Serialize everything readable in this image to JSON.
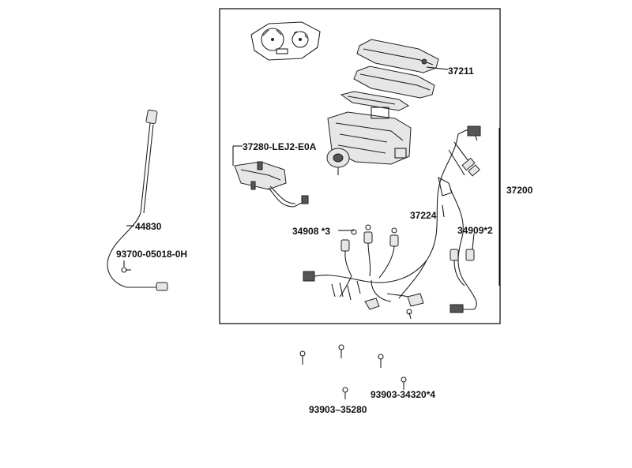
{
  "diagram": {
    "parts": [
      {
        "id": "p37211",
        "label": "37211"
      },
      {
        "id": "p37280",
        "label": "37280-LEJ2-E0A"
      },
      {
        "id": "p37200",
        "label": "37200"
      },
      {
        "id": "p37224",
        "label": "37224"
      },
      {
        "id": "p34908",
        "label": "34908 *3"
      },
      {
        "id": "p34909",
        "label": "34909*2"
      },
      {
        "id": "p44830",
        "label": "44830"
      },
      {
        "id": "p93700",
        "label": "93700-05018-0H"
      },
      {
        "id": "p93903a",
        "label": "93903-34320*4"
      },
      {
        "id": "p93903b",
        "label": "93903–35280"
      }
    ]
  }
}
